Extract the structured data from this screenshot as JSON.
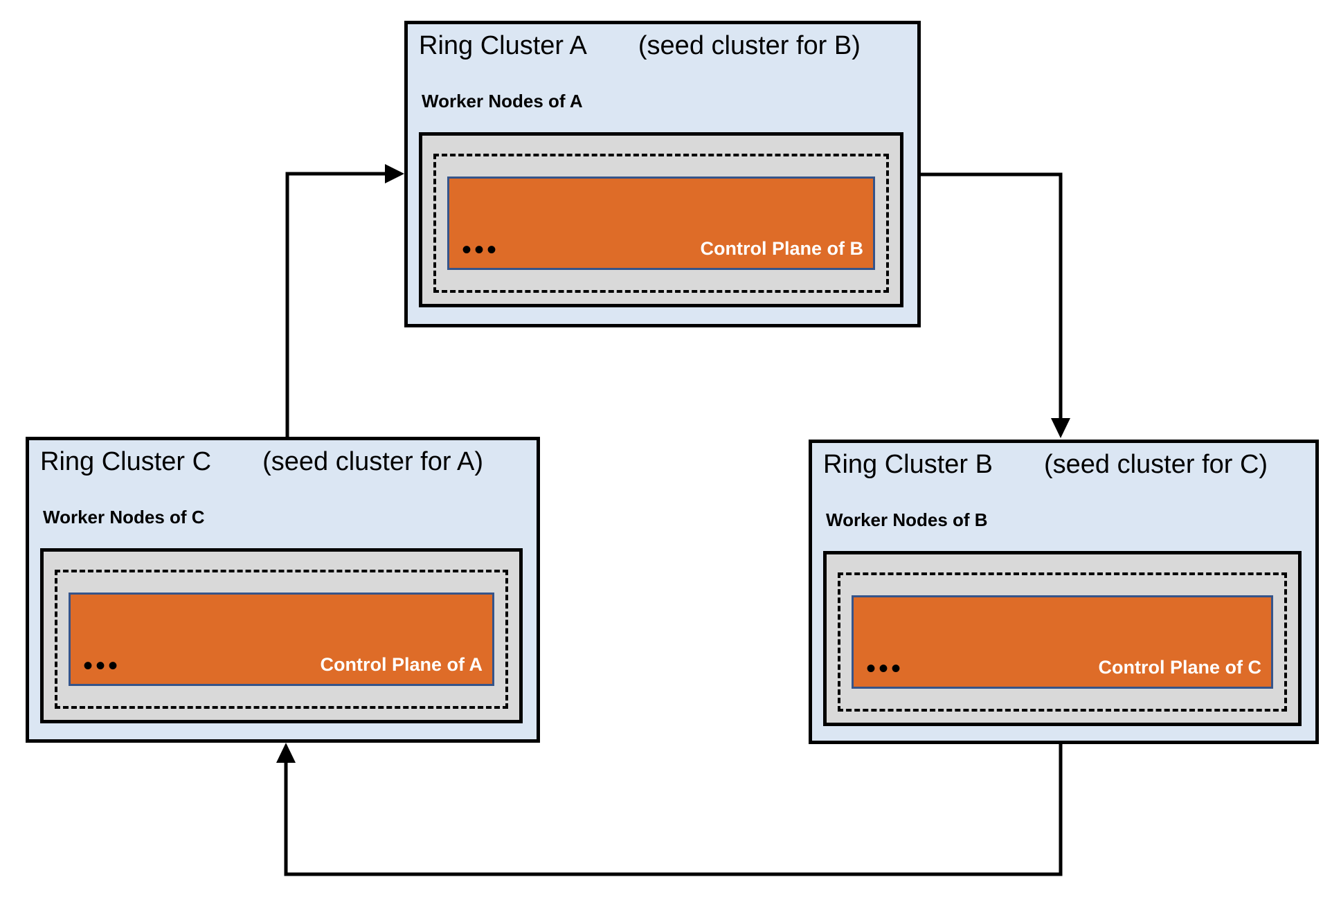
{
  "diagram": {
    "description": "Three Kubernetes ring clusters hosting each other's control planes in a cycle"
  },
  "colors": {
    "cluster_bg": "#dbe6f3",
    "cluster_border": "#000000",
    "worker_pool_bg": "#d9d9d9",
    "control_plane_bg": "#de6c28",
    "control_plane_border": "#35548a",
    "control_plane_label_color": "#ffffff",
    "arrow_color": "#000000"
  },
  "clusters": [
    {
      "id": "A",
      "title": "Ring Cluster A",
      "seed_note": "(seed cluster for B)",
      "worker_label": "Worker Nodes of A",
      "control_label": "Control Plane of B",
      "ellipsis": "•••"
    },
    {
      "id": "C",
      "title": "Ring Cluster C",
      "seed_note": "(seed cluster for A)",
      "worker_label": "Worker Nodes of C",
      "control_label": "Control Plane of A",
      "ellipsis": "•••"
    },
    {
      "id": "B",
      "title": "Ring Cluster B",
      "seed_note": "(seed cluster for C)",
      "worker_label": "Worker Nodes of B",
      "control_label": "Control Plane of C",
      "ellipsis": "•••"
    }
  ],
  "arrows": [
    {
      "from": "Ring Cluster C",
      "to": "Ring Cluster A"
    },
    {
      "from": "Ring Cluster A",
      "to": "Ring Cluster B"
    },
    {
      "from": "Ring Cluster B",
      "to": "Ring Cluster C"
    }
  ]
}
